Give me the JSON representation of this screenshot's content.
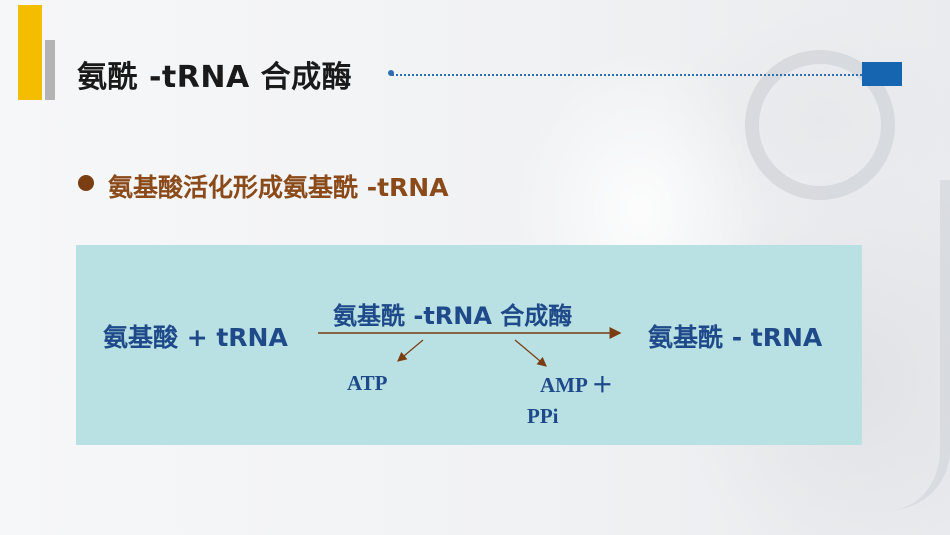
{
  "slide": {
    "title": "氨酰 -tRNA 合成酶",
    "bullet": "氨基酸活化形成氨基酰 -tRNA"
  },
  "reaction": {
    "reactants": "氨基酸  + tRNA",
    "enzyme": "氨基酰 -tRNA 合成酶",
    "product": "氨基酰 - tRNA",
    "consumed": "ATP",
    "released_line1": "AMP ＋",
    "released_line2": "PPi"
  },
  "colors": {
    "accent_yellow": "#f5bd00",
    "accent_gray": "#b3b3b3",
    "title_blue": "#1565b0",
    "bullet_brown": "#8a4a1a",
    "box_fill": "#b9e0e2",
    "equation_text": "#1f4a8a",
    "arrow": "#7a3e12"
  }
}
